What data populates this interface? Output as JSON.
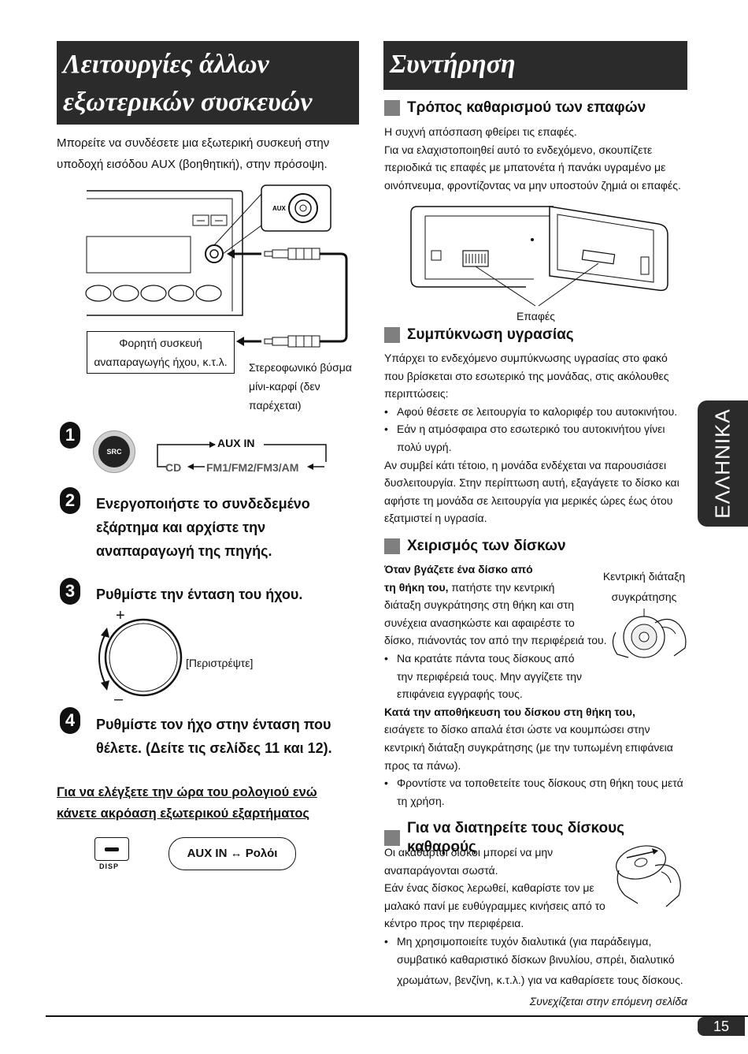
{
  "left": {
    "banner_line1": "Λειτουργίες άλλων",
    "banner_line2": "εξωτερικών συσκευών",
    "intro_line1": "Μπορείτε να συνδέσετε μια εξωτερική συσκευή στην",
    "intro_line2": "υποδοχή εισόδου AUX (βοηθητική), στην πρόσοψη.",
    "aux_label": "AUX",
    "device_label_line1": "Φορητή συσκευή",
    "device_label_line2": "αναπαραγωγής ήχου, κ.τ.λ.",
    "plug_label_line1": "Στερεοφωνικό βύσμα",
    "plug_label_line2": "μίνι-καρφί (δεν",
    "plug_label_line3": "παρέχεται)",
    "step1_num": "1",
    "src_label": "SRC",
    "aux_in": "AUX IN",
    "cd": "CD",
    "fm_am": "FM1/FM2/FM3/AM",
    "step2_num": "2",
    "step2_line1": "Ενεργοποιήστε το συνδεδεμένο",
    "step2_line2": "εξάρτημα και αρχίστε την",
    "step2_line3": "αναπαραγωγή της πηγής.",
    "step3_num": "3",
    "step3_text": "Ρυθμίστε την ένταση του ήχου.",
    "plus": "+",
    "minus": "–",
    "rotate_label": "[Περιστρέψτε]",
    "step4_num": "4",
    "step4_line1": "Ρυθμίστε τον ήχο στην ένταση που",
    "step4_line2": "θέλετε. (Δείτε τις σελίδες 11 και 12).",
    "clock_heading_line1": "Για να ελέγξετε την ώρα του ρολογιού ενώ",
    "clock_heading_line2": "κάνετε ακρόαση εξωτερικού εξαρτήματος",
    "disp_label": "DISP",
    "aux_in_2": "AUX IN",
    "arrow_symbol": "↔",
    "clock_word": "Ρολόι"
  },
  "right": {
    "banner": "Συντήρηση",
    "s1_title": "Τρόπος καθαρισμού των επαφών",
    "s1_line1": "Η συχνή απόσπαση φθείρει τις επαφές.",
    "s1_line2": "Για να ελαχιστοποιηθεί αυτό το ενδεχόμενο, σκουπίζετε",
    "s1_line3": "περιοδικά τις επαφές με μπατονέτα ή πανάκι υγραμένο με",
    "s1_line4": "οινόπνευμα, φροντίζοντας να μην υποστούν ζημιά οι επαφές.",
    "contacts_label": "Επαφές",
    "s2_title": "Συμπύκνωση υγρασίας",
    "s2_line1": "Υπάρχει το ενδεχόμενο συμπύκνωσης υγρασίας στο φακό",
    "s2_line2": "που βρίσκεται στο εσωτερικό της μονάδας, στις ακόλουθες",
    "s2_line3": "περιπτώσεις:",
    "s2_b1": "Αφού θέσετε σε λειτουργία το καλοριφέρ του αυτοκινήτου.",
    "s2_b2_line1": "Εάν η ατμόσφαιρα στο εσωτερικό του αυτοκινήτου γίνει",
    "s2_b2_line2": "πολύ υγρή.",
    "s2_line4": "Αν συμβεί κάτι τέτοιο, η μονάδα ενδέχεται να παρουσιάσει",
    "s2_line5": "δυσλειτουργία. Στην περίπτωση αυτή, εξαγάγετε το δίσκο και",
    "s2_line6": "αφήστε τη μονάδα σε λειτουργία για μερικές ώρες έως ότου",
    "s2_line7": "εξατμιστεί η υγρασία.",
    "s3_title": "Χειρισμός των δίσκων",
    "s3_bold1": "Όταν βγάζετε ένα δίσκο από",
    "s3_bold2": "τη θήκη του,",
    "s3_l2_rest": " πατήστε την κεντρική",
    "s3_l3": "διάταξη συγκράτησης στη θήκη και στη",
    "s3_l4": "συνέχεια ανασηκώστε και αφαιρέστε το",
    "s3_l5": "δίσκο, πιάνοντάς τον από την περιφέρειά του.",
    "holder_label_line1": "Κεντρική διάταξη",
    "holder_label_line2": "συγκράτησης",
    "s3_b1_line1": "Να κρατάτε πάντα τους δίσκους από",
    "s3_b1_line2": "την περιφέρειά τους. Μην αγγίζετε την",
    "s3_b1_line3": "επιφάνεια εγγραφής τους.",
    "s3_bold3": "Κατά την αποθήκευση του δίσκου στη θήκη του,",
    "s3_l6": "εισάγετε το δίσκο απαλά έτσι ώστε να κουμπώσει στην",
    "s3_l7": "κεντρική διάταξη συγκράτησης (με την τυπωμένη επιφάνεια",
    "s3_l8": "προς τα πάνω).",
    "s3_b2_line1": "Φροντίστε να τοποθετείτε τους δίσκους στη θήκη τους μετά",
    "s3_b2_line2": "τη χρήση.",
    "s4_title": "Για να διατηρείτε τους δίσκους καθαρούς",
    "s4_l1": "Οι ακάθαρτοι δίσκοι μπορεί να μην",
    "s4_l2": "αναπαράγονται σωστά.",
    "s4_l3": "Εάν ένας δίσκος λερωθεί, καθαρίστε τον με",
    "s4_l4": "μαλακό πανί με ευθύγραμμες κινήσεις από το",
    "s4_l5": "κέντρο προς την περιφέρεια.",
    "s4_b1_line1": "Μη χρησιμοποιείτε τυχόν διαλυτικά (για παράδειγμα,",
    "s4_b1_line2": "συμβατικό καθαριστικό δίσκων βινυλίου, σπρέι, διαλυτικό",
    "s4_b1_line3": "χρωμάτων, βενζίνη, κ.τ.λ.) για να καθαρίσετε τους δίσκους.",
    "continued": "Συνεχίζεται στην επόμενη σελίδα"
  },
  "side_tab": "ΕΛΛΗΝΙΚΑ",
  "page_number": "15"
}
